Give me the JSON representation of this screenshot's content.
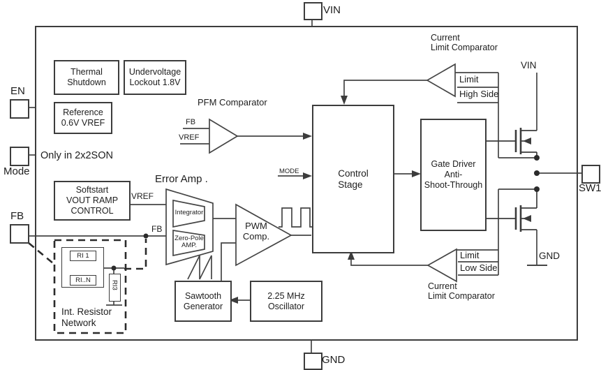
{
  "pins": {
    "en": "EN",
    "mode": "Mode",
    "fb": "FB",
    "vin_top": "VIN",
    "gnd_bottom": "GND",
    "sw1": "SW1"
  },
  "blocks": {
    "thermal_shutdown": "Thermal\nShutdown",
    "undervoltage_lockout": "Undervoltage\nLockout 1.8V",
    "reference": "Reference\n0.6V VREF",
    "softstart": "Softstart\nVOUT RAMP\nCONTROL",
    "control_stage": "Control\nStage",
    "gate_driver": "Gate Driver\nAnti-\nShoot-Through",
    "sawtooth_generator": "Sawtooth\nGenerator",
    "oscillator": "2.25 MHz\nOscillator",
    "pwm_comparator": "PWM\nComp.",
    "error_amp_title": "Error Amp .",
    "integrator": "Integrator",
    "zero_pole_amp": "Zero-Pole\nAMP.",
    "pfm_comparator_label": "PFM Comparator",
    "current_limit_comparator_top": "Current\nLimit Comparator",
    "current_limit_comparator_bottom": "Current\nLimit Comparator",
    "int_resistor_network": "Int. Resistor\nNetwork",
    "ri1": "RI 1",
    "rin": "RI..N",
    "ri3": "RI3"
  },
  "nets": {
    "fb_pfm": "FB",
    "vref_pfm": "VREF",
    "vref_ea": "VREF",
    "fb_ea": "FB",
    "mode": "MODE",
    "limit_high": "Limit",
    "high_side": "High Side",
    "limit_low": "Limit",
    "low_side": "Low Side",
    "vin_rail": "VIN",
    "gnd_rail": "GND"
  },
  "notes": {
    "only_in": "Only in 2x2SON"
  },
  "colors": {
    "line": "#454545",
    "text": "#1d1d1d",
    "background": "#ffffff"
  }
}
